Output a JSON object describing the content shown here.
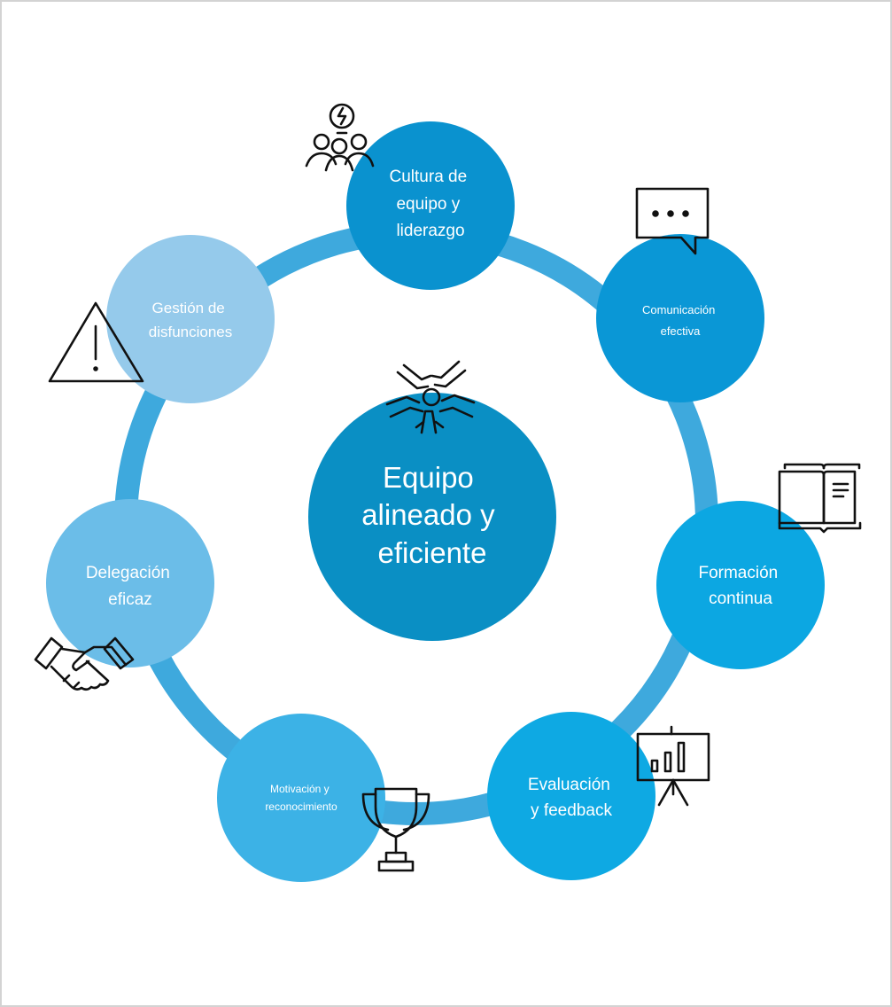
{
  "center": {
    "lines": [
      "Equipo",
      "alineado y",
      "eficiente"
    ],
    "color": "#0a8fc4",
    "icon": "hands-together-icon"
  },
  "ring": {
    "color": "#3ea9dd"
  },
  "nodes": [
    {
      "id": "cultura",
      "lines": [
        "Cultura de",
        "equipo y",
        "liderazgo"
      ],
      "color": "#0a92cf",
      "icon": "team-idea-icon"
    },
    {
      "id": "comunicacion",
      "lines": [
        "Comunicación",
        "efectiva"
      ],
      "color": "#0a97d6",
      "icon": "speech-bubble-icon"
    },
    {
      "id": "formacion",
      "lines": [
        "Formación",
        "continua"
      ],
      "color": "#0ca7e2",
      "icon": "open-book-icon"
    },
    {
      "id": "evaluacion",
      "lines": [
        "Evaluación",
        "y feedback"
      ],
      "color": "#0ea9e3",
      "icon": "presentation-chart-icon"
    },
    {
      "id": "motivacion",
      "lines": [
        "Motivación y",
        "reconocimiento"
      ],
      "color": "#3cb2e6",
      "icon": "trophy-icon"
    },
    {
      "id": "delegacion",
      "lines": [
        "Delegación",
        "eficaz"
      ],
      "color": "#6bbde8",
      "icon": "handshake-icon"
    },
    {
      "id": "gestion",
      "lines": [
        "Gestión de",
        "disfunciones"
      ],
      "color": "#95caeb",
      "icon": "warning-triangle-icon"
    }
  ]
}
